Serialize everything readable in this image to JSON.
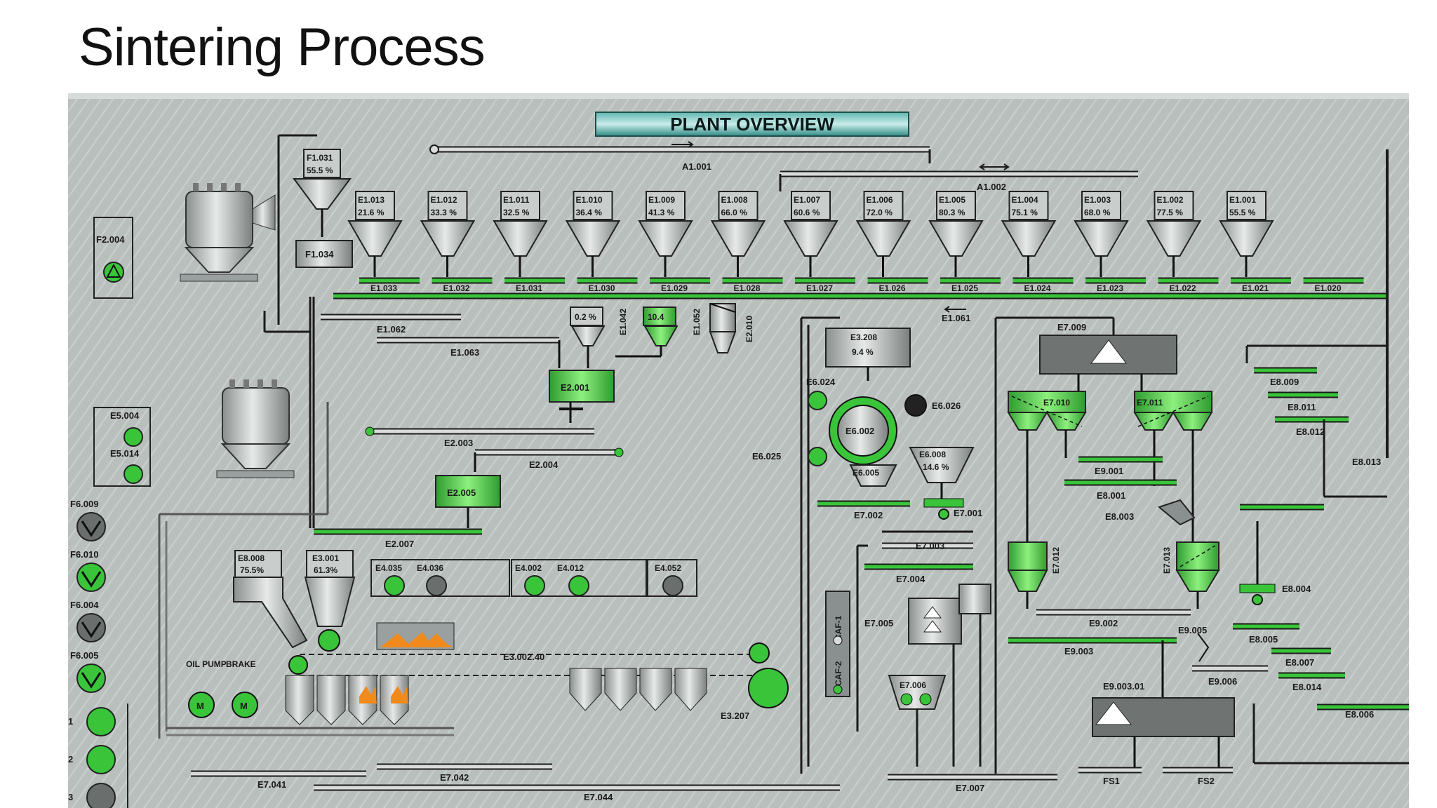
{
  "slide": {
    "title": "Sintering Process"
  },
  "panel": {
    "title": "PLANT OVERVIEW"
  },
  "colors": {
    "active": "#39c43a",
    "inactive": "#6a6f6e",
    "pipe": "#1b1b1b",
    "background": "#b9bfbd",
    "title_bar": "#2f8a85"
  },
  "conveyors_top": [
    {
      "id": "A1.001"
    },
    {
      "id": "A1.002"
    }
  ],
  "bins_top": [
    {
      "id": "F1.031",
      "value": "55.5 %"
    },
    {
      "id": "E1.013",
      "value": "21.6 %"
    },
    {
      "id": "E1.012",
      "value": "33.3 %"
    },
    {
      "id": "E1.011",
      "value": "32.5 %"
    },
    {
      "id": "E1.010",
      "value": "36.4 %"
    },
    {
      "id": "E1.009",
      "value": "41.3 %"
    },
    {
      "id": "E1.008",
      "value": "66.0 %"
    },
    {
      "id": "E1.007",
      "value": "60.6 %"
    },
    {
      "id": "E1.006",
      "value": "72.0 %"
    },
    {
      "id": "E1.005",
      "value": "80.3 %"
    },
    {
      "id": "E1.004",
      "value": "75.1 %"
    },
    {
      "id": "E1.003",
      "value": "68.0 %"
    },
    {
      "id": "E1.002",
      "value": "77.5 %"
    },
    {
      "id": "E1.001",
      "value": "55.5 %"
    }
  ],
  "feeder_labels": [
    "E1.033",
    "E1.032",
    "E1.031",
    "E1.030",
    "E1.029",
    "E1.028",
    "E1.027",
    "E1.026",
    "E1.025",
    "E1.024",
    "E1.023",
    "E1.022",
    "E1.021",
    "E1.020"
  ],
  "equipment": {
    "f1034": "F1.034",
    "f2004": "F2.004",
    "e5004": "E5.004",
    "e5014": "E5.014",
    "e1062": "E1.062",
    "e1063": "E1.063",
    "e1061": "E1.061",
    "bin_small_1": "0.2 %",
    "bin_small_2": "10.4",
    "e1042": "E1.042",
    "e1052": "E1.052",
    "e2010": "E2.010",
    "e2001": "E2.001",
    "e2003": "E2.003",
    "e2004": "E2.004",
    "e2005": "E2.005",
    "e2007": "E2.007",
    "e3208": "E3.208",
    "e3208_val": "9.4 %",
    "e6024": "E6.024",
    "e6026": "E6.026",
    "e6002": "E6.002",
    "e6025": "E6.025",
    "e6008": "E6.008",
    "e6008_val": "14.6 %",
    "e6005": "E6.005",
    "e7002": "E7.002",
    "e7001": "E7.001",
    "e7003": "E7.003",
    "e7004": "E7.004",
    "e7005": "E7.005",
    "e7006": "E7.006",
    "e7007": "E7.007",
    "e7009": "E7.009",
    "e7010": "E7.010",
    "e7011": "E7.011",
    "e7012": "E7.012",
    "e7013": "E7.013",
    "e8001": "E8.001",
    "e8003": "E8.003",
    "e8004": "E8.004",
    "e8005": "E8.005",
    "e8006": "E8.006",
    "e8007": "E8.007",
    "e8009": "E8.009",
    "e8011": "E8.011",
    "e8012": "E8.012",
    "e8013": "E8.013",
    "e8014": "E8.014",
    "e9001": "E9.001",
    "e9002": "E9.002",
    "e9003": "E9.003",
    "e9003_01": "E9.003.01",
    "e9005": "E9.005",
    "e9006": "E9.006",
    "fs1": "FS1",
    "fs2": "FS2",
    "e8008": "E8.008",
    "e8008_val": "75.5%",
    "e3001": "E3.001",
    "e3001_val": "61.3%",
    "e4035": "E4.035",
    "e4036": "E4.036",
    "e4002": "E4.002",
    "e4012": "E4.012",
    "e4052": "E4.052",
    "e3002_40": "E3.002.40",
    "e3207": "E3.207",
    "oil_pump": "OIL PUMP",
    "brake": "BRAKE",
    "motor_m": "M",
    "caf1": "CAF-1",
    "caf2": "CAF-2",
    "e7041": "E7.041",
    "e7042": "E7.042",
    "e7044": "E7.044"
  },
  "fans_left": [
    {
      "id": "F6.009",
      "state": "inactive"
    },
    {
      "id": "F6.010",
      "state": "active"
    },
    {
      "id": "F6.004",
      "state": "inactive"
    },
    {
      "id": "F6.005",
      "state": "active"
    }
  ],
  "side_markers": [
    "1",
    "2",
    "3"
  ]
}
